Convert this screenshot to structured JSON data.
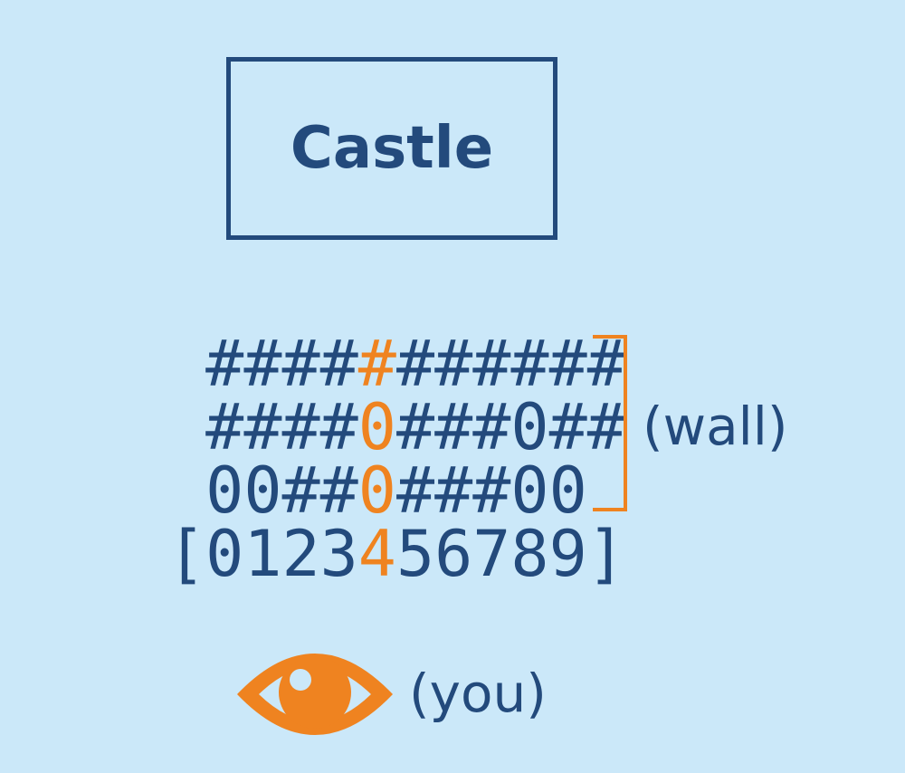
{
  "title": "Castle",
  "grid": {
    "rows": [
      " ###########",
      " ####0###0##",
      " 00##0###00",
      "[0123456789]"
    ],
    "highlight_column": 5
  },
  "labels": {
    "wall": "(wall)",
    "you": "(you)"
  },
  "icons": {
    "viewer": "eye-icon"
  },
  "colors": {
    "background": "#cbe8f9",
    "primary": "#234a7c",
    "accent": "#ef8320"
  }
}
